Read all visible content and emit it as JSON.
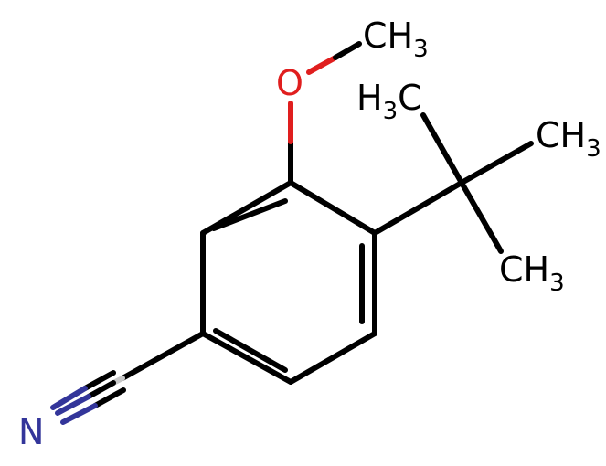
{
  "molecule": {
    "atoms": {
      "nitrogen": "N",
      "oxygen": "O",
      "methoxy_methyl": {
        "main": "CH",
        "sub": "3"
      },
      "tbu_methyl_left": {
        "h": "H",
        "sub": "3",
        "c": "C"
      },
      "tbu_methyl_right": {
        "main": "CH",
        "sub": "3"
      },
      "tbu_methyl_bottom": {
        "main": "CH",
        "sub": "3"
      }
    },
    "colors": {
      "bond": "#000000",
      "oxygen": "#e01e1e",
      "nitrogen": "#33359a",
      "carbon_label": "#000000"
    }
  }
}
